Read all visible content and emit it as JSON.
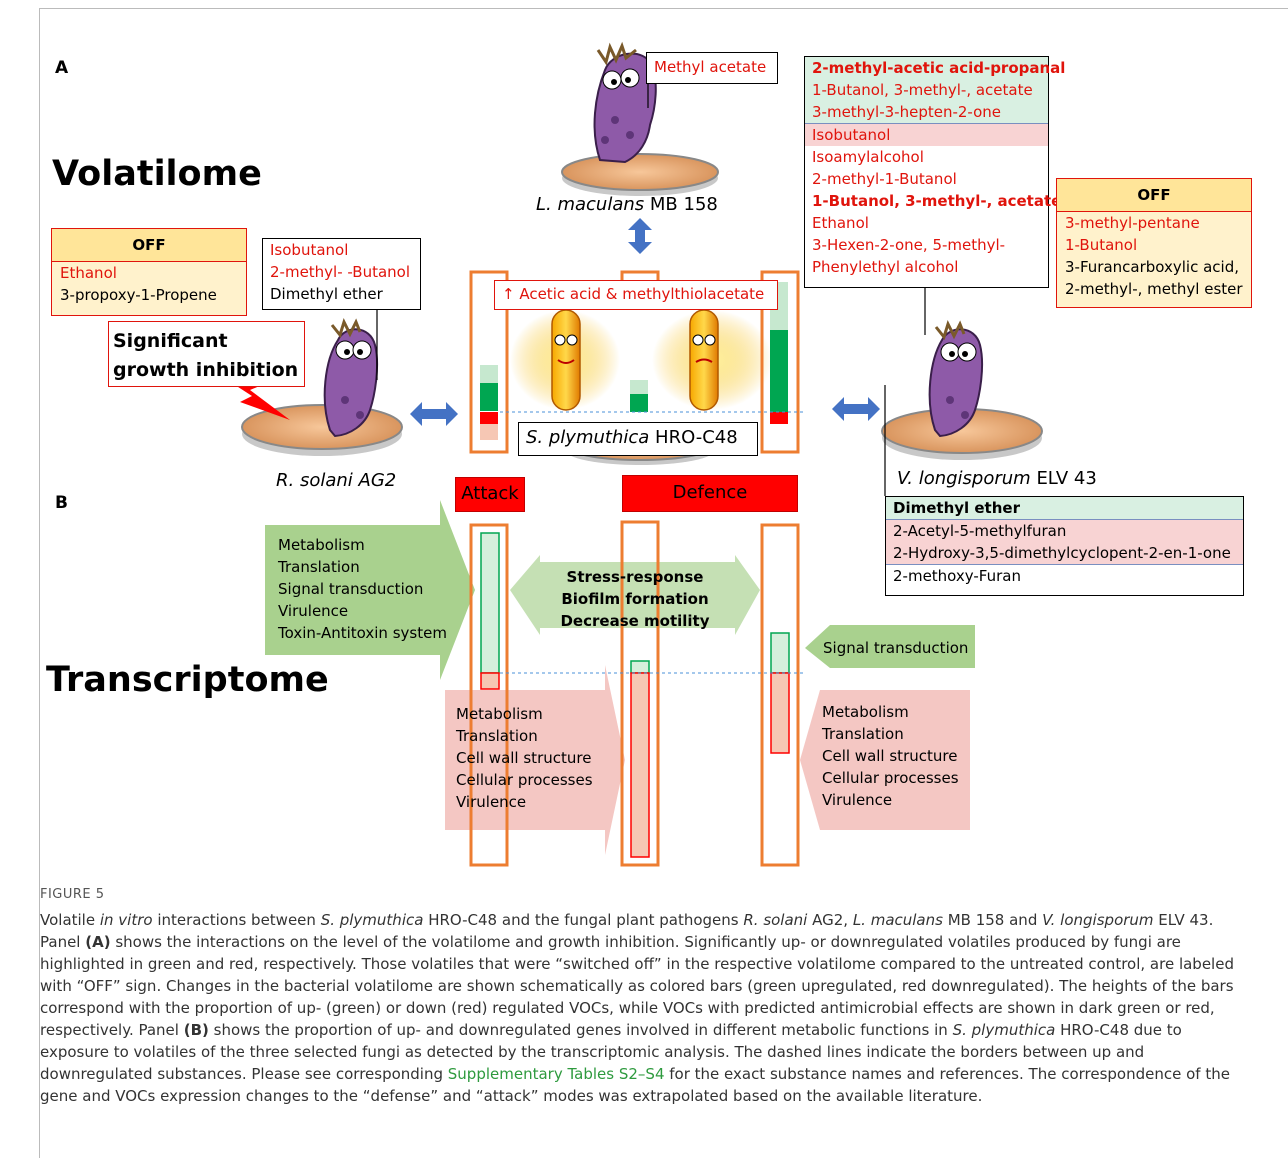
{
  "panels": {
    "a": "A",
    "b": "B"
  },
  "volatilome_title": "Volatilome",
  "transcriptome_title": "Transcriptome",
  "l_maculans": {
    "species_italic": "L. maculans",
    "strain": "MB 158",
    "voc_box": [
      "Methyl acetate"
    ]
  },
  "r_solani": {
    "species_label": "R. solani AG2",
    "voc_box": [
      "Isobutanol",
      "2-methyl- -Butanol",
      "Dimethyl ether"
    ],
    "off_box": {
      "header": "OFF",
      "lines": [
        "Ethanol",
        "3-propoxy-1-Propene"
      ]
    },
    "inhibition": "Significant growth inhibition"
  },
  "v_longisporum": {
    "species_italic": "V. longisporum",
    "strain": "ELV 43",
    "top_box": [
      "2-methyl-acetic acid-propanal",
      "1-Butanol, 3-methyl-, acetate",
      "3-methyl-3-hepten-2-one",
      "Isobutanol",
      "Isoamylalcohol",
      "2-methyl-1-Butanol",
      "1-Butanol, 3-methyl-, acetate",
      "Ethanol",
      "3-Hexen-2-one, 5-methyl-",
      "Phenylethyl alcohol"
    ],
    "off_box": {
      "header": "OFF",
      "lines": [
        "3-methyl-pentane",
        "1-Butanol",
        "3-Furancarboxylic acid,",
        "2-methyl-, methyl ester"
      ]
    },
    "bottom_box": [
      "Dimethyl ether",
      "2-Acetyl-5-methylfuran",
      "2-Hydroxy-3,5-dimethylcyclopent-2-en-1-one",
      "2-methoxy-Furan"
    ]
  },
  "bacterium": {
    "species_italic": "S. plymuthica",
    "strain": "HRO-C48",
    "acid_note": "↑ Acetic acid  & methylthiolacetate"
  },
  "modes": {
    "attack": "Attack",
    "defence": "Defence"
  },
  "transcriptome": {
    "left_green": [
      "Metabolism",
      "Translation",
      "Signal transduction",
      "Virulence",
      "Toxin-Antitoxin system"
    ],
    "center_green": [
      "Stress-response",
      "Biofilm formation",
      "Decrease motility"
    ],
    "right_green": [
      "Signal transduction"
    ],
    "left_pink": [
      "Metabolism",
      "Translation",
      "Cell wall structure",
      "Cellular processes",
      "Virulence"
    ],
    "right_pink": [
      "Metabolism",
      "Translation",
      "Cell wall structure",
      "Cellular processes",
      "Virulence"
    ]
  },
  "caption": {
    "label": "FIGURE 5",
    "p1": "Volatile ",
    "p1_i": "in vitro",
    "p2": " interactions between ",
    "p2_i": "S. plymuthica",
    "p3": " HRO-C48 and the fungal plant pathogens ",
    "p3_i": "R. solani",
    "p4": " AG2, ",
    "p4_i": "L. maculans",
    "p5": " MB 158 and ",
    "p5_i": "V. longisporum",
    "p6": " ELV 43. Panel ",
    "p6_b": "(A)",
    "p7": " shows the interactions on the level of the volatilome and growth inhibition. Significantly up- or downregulated volatiles produced by fungi are highlighted in green and red, respectively. Those volatiles that were “switched off” in the respective volatilome compared to the untreated control, are labeled with “OFF” sign. Changes in the bacterial volatilome are shown schematically as colored bars (green upregulated, red downregulated). The heights of the bars correspond with the proportion of up- (green) or down (red) regulated VOCs, while VOCs with predicted antimicrobial effects are shown in dark green or red, respectively. Panel ",
    "p7_b": "(B)",
    "p8": " shows the proportion of up- and downregulated genes involved in different metabolic functions in ",
    "p8_i": "S. plymuthica",
    "p9": " HRO-C48 due to exposure to volatiles of the three selected fungi as detected by the transcriptomic analysis. The dashed lines indicate the borders between up and downregulated substances. Please see corresponding ",
    "link": "Supplementary Tables S2–S4",
    "p10": " for the exact substance names and references. The correspondence of the gene and VOCs expression changes to the “defense” and “attack” modes was extrapolated based on the available literature."
  },
  "colors": {
    "accent_red": "#e0140c",
    "orange_bar": "#ed7d31",
    "green_arrow": "#a9d18e",
    "pink_arrow": "#f4c7c3",
    "blue_arrow": "#4472c4"
  }
}
